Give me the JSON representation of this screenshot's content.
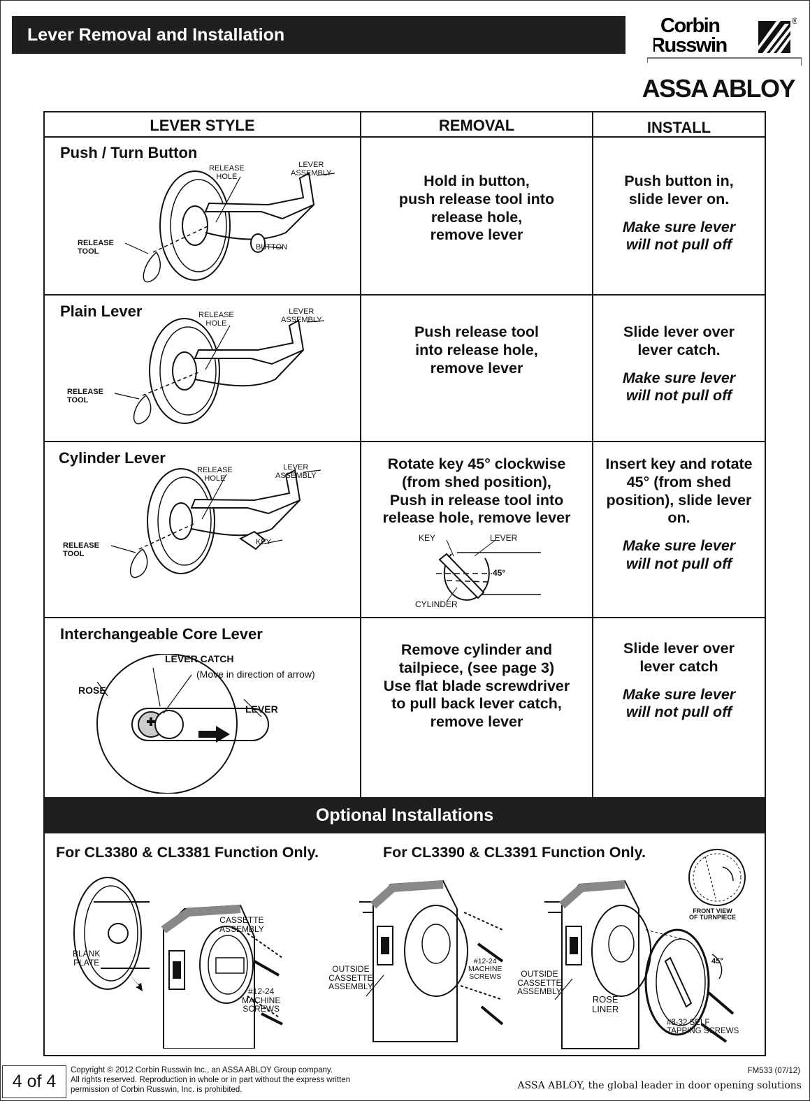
{
  "header": {
    "title": "Lever Removal and Installation",
    "brand_line1": "Corbin",
    "brand_line2": "Russwin",
    "registered_mark": "®",
    "parent_brand": "ASSA ABLOY"
  },
  "table": {
    "columns": [
      "LEVER STYLE",
      "REMOVAL",
      "INSTALL"
    ],
    "rows": [
      {
        "style": "Push / Turn Button",
        "labels": {
          "release_hole": "RELEASE\nHOLE",
          "lever_assembly": "LEVER\nASSEMBLY",
          "release_tool": "RELEASE\nTOOL",
          "button": "BUTTON"
        },
        "removal": "Hold in button,\npush release tool into\nrelease hole,\nremove lever",
        "install": "Push button in,\nslide lever on.",
        "install_note": "Make sure lever\nwill not pull off"
      },
      {
        "style": "Plain Lever",
        "labels": {
          "release_hole": "RELEASE\nHOLE",
          "lever_assembly": "LEVER\nASSEMBLY",
          "release_tool": "RELEASE\nTOOL"
        },
        "removal": "Push release tool\ninto release hole,\nremove lever",
        "install": "Slide lever over\nlever catch.",
        "install_note": "Make sure lever\nwill not pull off"
      },
      {
        "style": "Cylinder Lever",
        "labels": {
          "release_hole": "RELEASE\nHOLE",
          "lever_assembly": "LEVER\nASSEMBLY",
          "release_tool": "RELEASE\nTOOL",
          "key": "KEY"
        },
        "removal": "Rotate key 45° clockwise\n(from shed position),\nPush in release tool into\nrelease hole, remove lever",
        "removal_diagram": {
          "key": "KEY",
          "lever": "LEVER",
          "angle": "45°",
          "cylinder": "CYLINDER"
        },
        "install": "Insert key and rotate\n45° (from shed\nposition), slide lever\non.",
        "install_note": "Make sure lever\nwill not pull off"
      },
      {
        "style": "Interchangeable Core Lever",
        "labels": {
          "lever_catch": "LEVER CATCH",
          "move": "(Move in direction of arrow)",
          "rose": "ROSE",
          "lever": "LEVER"
        },
        "removal": "Remove cylinder and\ntailpiece, (see page 3)\nUse flat blade screwdriver\nto pull back lever catch,\nremove lever",
        "install": "Slide lever over\nlever catch",
        "install_note": "Make sure lever\nwill not pull off"
      }
    ]
  },
  "optional": {
    "title": "Optional Installations",
    "left_heading": "For CL3380 & CL3381 Function Only.",
    "right_heading": "For CL3390 & CL3391 Function Only.",
    "left_labels": {
      "cassette": "CASSETTE\nASSEMBLY",
      "blank": "BLANK\nPLATE",
      "screws": "#12-24\nMACHINE\nSCREWS"
    },
    "mid_labels": {
      "outside": "OUTSIDE\nCASSETTE\nASSEMBLY",
      "screws": "#12-24\nMACHINE\nSCREWS"
    },
    "right_labels": {
      "front_view": "FRONT VIEW\nOF TURNPIECE",
      "angle": "45°",
      "outside": "OUTSIDE\nCASSETTE\nASSEMBLY",
      "rose_liner": "ROSE\nLINER",
      "self_tap": "#8-32 SELF\nTAPPING SCREWS"
    }
  },
  "footer": {
    "page": "4 of 4",
    "copyright": "Copyright © 2012 Corbin Russwin Inc., an ASSA ABLOY Group company.\nAll rights reserved. Reproduction in whole or in part without the express written\npermission of Corbin Russwin, Inc. is prohibited.",
    "form_number": "FM533 (07/12)",
    "tagline": "ASSA ABLOY, the global leader in door opening solutions"
  }
}
